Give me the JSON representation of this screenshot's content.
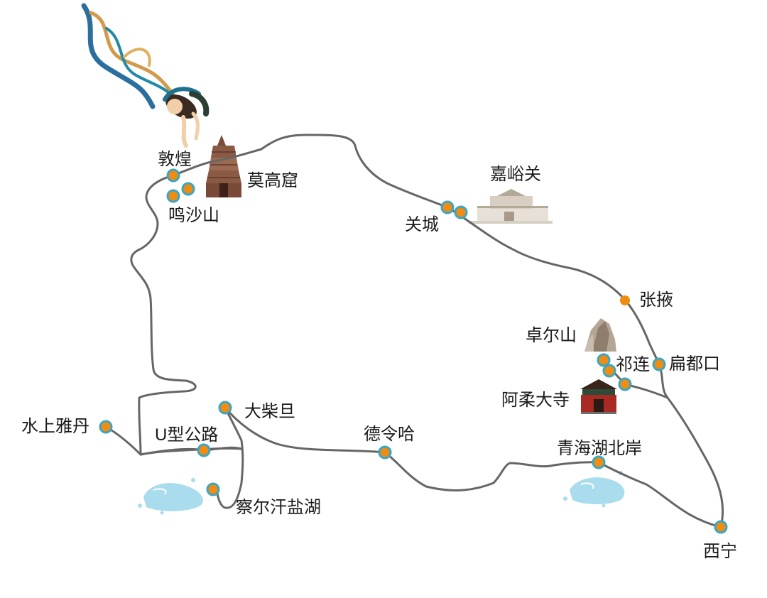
{
  "route_color": "#666666",
  "marker_color": "#f08c12",
  "marker_ring_color": "#3aa6c4",
  "places": {
    "dunhuang": "敦煌",
    "mogao_caves": "莫高窟",
    "mingsha_mountain": "鸣沙山",
    "jiayuguan": "嘉峪关",
    "guancheng": "关城",
    "zhangye": "张掖",
    "zhuoer_mountain": "卓尔山",
    "qilian": "祁连",
    "biandukou": "扁都口",
    "arou_temple": "阿柔大寺",
    "dachaidan": "大柴旦",
    "shuishang_yardang": "水上雅丹",
    "u_shaped_highway": "U型公路",
    "delingha": "德令哈",
    "qinghai_lake_north": "青海湖北岸",
    "chaerhan_salt_lake": "察尔汗盐湖",
    "xining": "西宁"
  },
  "icons": {
    "apsara": "flying-apsara-illustration",
    "mogao": "mogao-pagoda-illustration",
    "jiayuguan": "jiayuguan-fortress-illustration",
    "zhuoer": "zhuoer-mountain-illustration",
    "arou": "temple-gate-illustration",
    "lake": "lake-splash-illustration"
  }
}
